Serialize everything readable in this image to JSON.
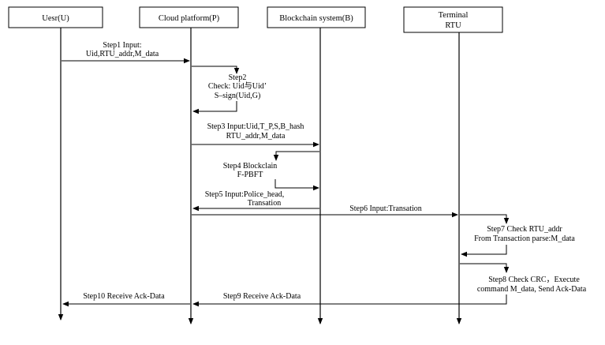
{
  "actors": [
    {
      "id": "user",
      "label": "Uesr(U)"
    },
    {
      "id": "cloud",
      "label": "Cloud platform(P)"
    },
    {
      "id": "blockchain",
      "label": "Blockchain system(B)"
    },
    {
      "id": "terminal",
      "label_line1": "Terminal",
      "label_line2": "RTU"
    }
  ],
  "steps": {
    "step1": {
      "line1": "Step1  Input:",
      "line2": "Uid,RTU_addr,M_data"
    },
    "step2": {
      "line1": "Step2",
      "line2": "Check: Uid与Uid’",
      "line3": "S–sign(Uid,G)"
    },
    "step3": {
      "line1": "Step3 Input:Uid,T_P,S,B_hash",
      "line2": "RTU_addr,M_data"
    },
    "step4": {
      "line1": "Step4  Blockclain",
      "line2": "F-PBFT"
    },
    "step5": {
      "line1": "Step5 Input:Police_head,",
      "line2": "Transation"
    },
    "step6": {
      "line1": "Step6  Input:Transation"
    },
    "step7": {
      "line1": "Step7  Check   RTU_addr",
      "line2": "From Transaction parse:M_data"
    },
    "step8": {
      "line1": "Step8 Check CRC，Execute",
      "line2": "command M_data, Send Ack-Data"
    },
    "step9": {
      "line1": "Step9  Receive  Ack-Data"
    },
    "step10": {
      "line1": "Step10  Receive  Ack-Data"
    }
  },
  "colors": {
    "line": "#000000",
    "background": "#ffffff"
  }
}
